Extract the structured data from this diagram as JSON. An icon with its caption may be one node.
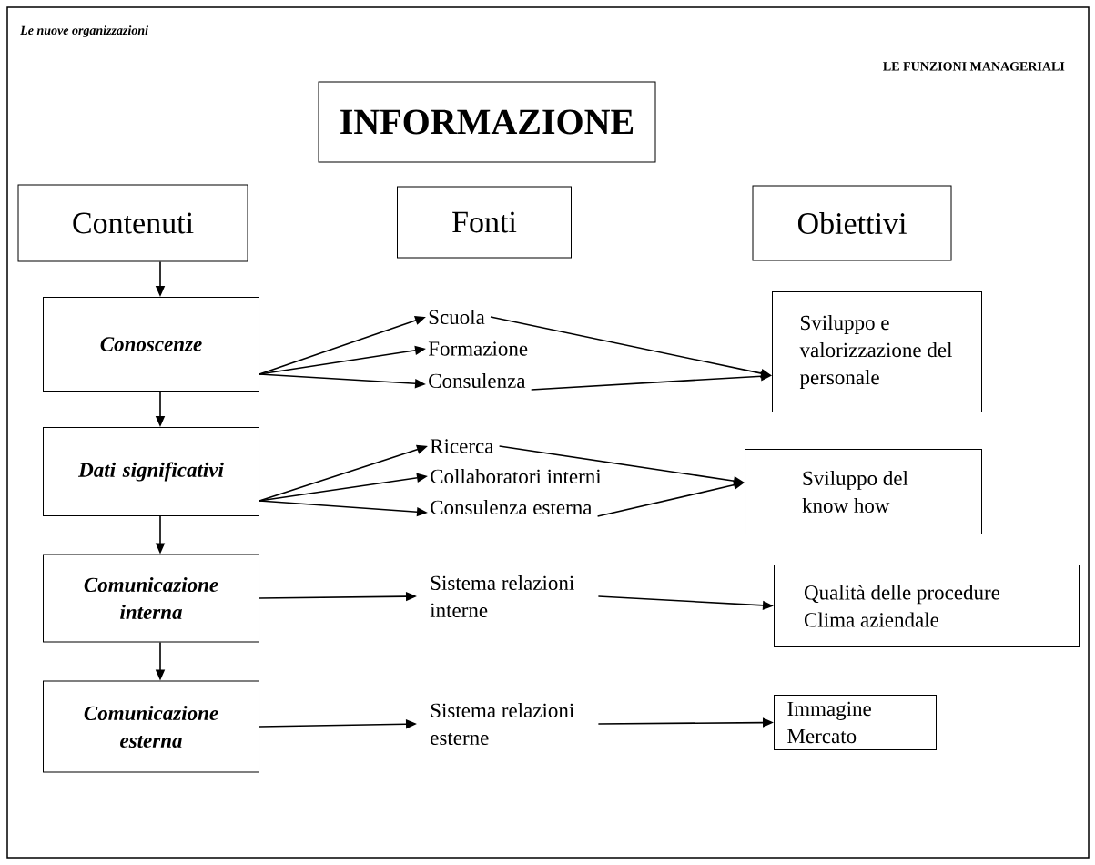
{
  "diagram": {
    "nodes": [
      {
        "text": [
          "INFORMAZIONE"
        ]
      },
      {
        "text": [
          "Contenuti"
        ]
      },
      {
        "text": [
          "Fonti"
        ]
      },
      {
        "text": [
          "Obiettivi"
        ]
      },
      {
        "text": [
          "Conoscenze"
        ]
      },
      {
        "text": [
          "Dati significativi"
        ]
      },
      {
        "text": [
          "Comunicazione interna"
        ]
      },
      {
        "text": [
          "Comunicazione esterna"
        ]
      },
      {
        "text": [
          "Scuola"
        ]
      },
      {
        "text": [
          "Formazione"
        ]
      },
      {
        "text": [
          "Consulenza"
        ]
      },
      {
        "text": [
          "Ricerca"
        ]
      },
      {
        "text": [
          "Collaboratori interni"
        ]
      },
      {
        "text": [
          "Consulenza esterna"
        ]
      },
      {
        "text": [
          "Sistema relazioni interne"
        ]
      },
      {
        "text": [
          "Sistema relazioni esterne"
        ]
      },
      {
        "text": [
          "Sviluppo e valorizzazione del personale"
        ]
      },
      {
        "text": [
          "Sviluppo del know how"
        ]
      },
      {
        "text": [
          "Qualità delle procedure Clima aziendale"
        ]
      },
      {
        "text": [
          "Immagine Mercato"
        ]
      }
    ],
    "edges": [
      {
        "from": 1,
        "to": 4,
        "arrow": "to"
      },
      {
        "from": 4,
        "to": 5,
        "arrow": "to"
      },
      {
        "from": 5,
        "to": 6,
        "arrow": "to"
      },
      {
        "from": 6,
        "to": 7,
        "arrow": "to"
      },
      {
        "from": 4,
        "to": 8,
        "arrow": "to"
      },
      {
        "from": 4,
        "to": 9,
        "arrow": "to"
      },
      {
        "from": 4,
        "to": 10,
        "arrow": "to"
      },
      {
        "from": 5,
        "to": 11,
        "arrow": "to"
      },
      {
        "from": 5,
        "to": 12,
        "arrow": "to"
      },
      {
        "from": 5,
        "to": 13,
        "arrow": "to"
      },
      {
        "from": 6,
        "to": 14,
        "arrow": "to"
      },
      {
        "from": 7,
        "to": 15,
        "arrow": "to"
      },
      {
        "from": 8,
        "to": 16,
        "arrow": "to"
      },
      {
        "from": 10,
        "to": 16,
        "arrow": "to"
      },
      {
        "from": 11,
        "to": 17,
        "arrow": "to"
      },
      {
        "from": 13,
        "to": 17,
        "arrow": "to"
      },
      {
        "from": 14,
        "to": 18,
        "arrow": "to"
      },
      {
        "from": 15,
        "to": 19,
        "arrow": "to"
      }
    ],
    "labels": [
      "Le nuove organizzazioni",
      "LE FUNZIONI MANAGERIALI"
    ]
  }
}
